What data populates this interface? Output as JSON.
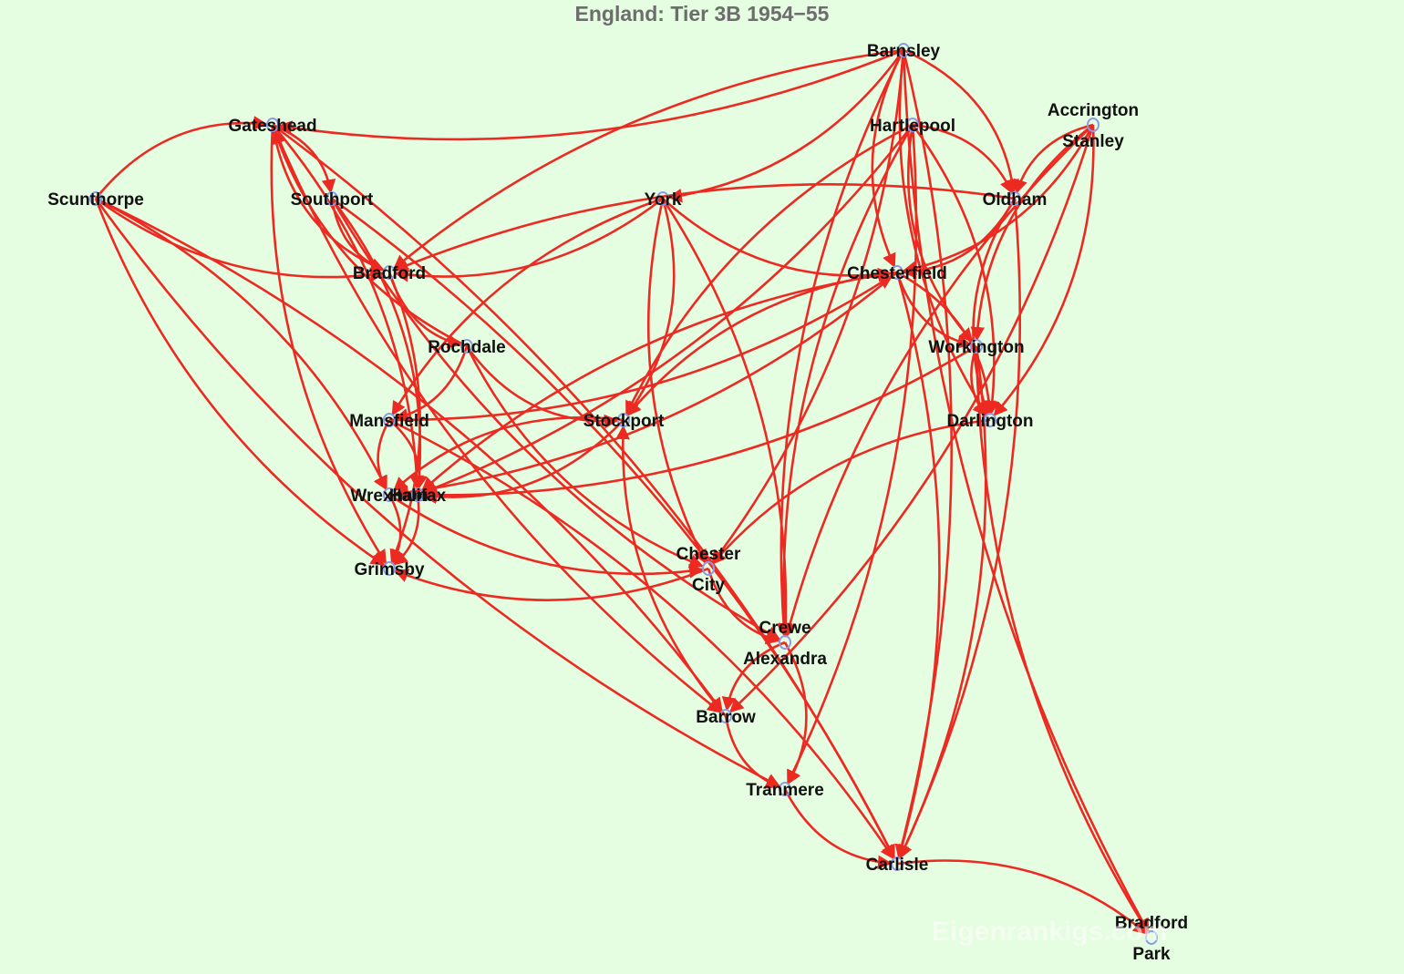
{
  "title": "England: Tier 3B 1954−55",
  "watermark": "Eigenrankigs.com",
  "colors": {
    "background": "#e5fde1",
    "edge": "#ec2a22",
    "node": "#8a9ce6",
    "label": "#111111",
    "title": "#6d6d6d"
  },
  "nodes": [
    {
      "id": "barnsley",
      "lines": [
        "Barnsley"
      ]
    },
    {
      "id": "gateshead",
      "lines": [
        "Gateshead"
      ]
    },
    {
      "id": "hartlepool",
      "lines": [
        "Hartlepool"
      ]
    },
    {
      "id": "accrington",
      "lines": [
        "Accrington",
        "Stanley"
      ]
    },
    {
      "id": "scunthorpe",
      "lines": [
        "Scunthorpe"
      ]
    },
    {
      "id": "southport",
      "lines": [
        "Southport"
      ]
    },
    {
      "id": "york",
      "lines": [
        "York"
      ]
    },
    {
      "id": "oldham",
      "lines": [
        "Oldham"
      ]
    },
    {
      "id": "bradford",
      "lines": [
        "Bradford"
      ]
    },
    {
      "id": "chesterfield",
      "lines": [
        "Chesterfield"
      ]
    },
    {
      "id": "rochdale",
      "lines": [
        "Rochdale"
      ]
    },
    {
      "id": "workington",
      "lines": [
        "Workington"
      ]
    },
    {
      "id": "mansfield",
      "lines": [
        "Mansfield"
      ]
    },
    {
      "id": "stockport",
      "lines": [
        "Stockport"
      ]
    },
    {
      "id": "darlington",
      "lines": [
        "Darlington"
      ]
    },
    {
      "id": "wrexham",
      "lines": [
        "Wrexham"
      ]
    },
    {
      "id": "halifax",
      "lines": [
        "Halifax"
      ]
    },
    {
      "id": "grimsby",
      "lines": [
        "Grimsby"
      ]
    },
    {
      "id": "chester",
      "lines": [
        "Chester",
        "City"
      ]
    },
    {
      "id": "crewe",
      "lines": [
        "Crewe",
        "Alexandra"
      ]
    },
    {
      "id": "barrow",
      "lines": [
        "Barrow"
      ]
    },
    {
      "id": "tranmere",
      "lines": [
        "Tranmere"
      ]
    },
    {
      "id": "carlisle",
      "lines": [
        "Carlisle"
      ]
    },
    {
      "id": "bradfordpa",
      "lines": [
        "Bradford",
        "Park"
      ]
    }
  ],
  "edges": [
    [
      "barnsley",
      "gateshead"
    ],
    [
      "barnsley",
      "bradford"
    ],
    [
      "barnsley",
      "york"
    ],
    [
      "barnsley",
      "chesterfield"
    ],
    [
      "barnsley",
      "chester"
    ],
    [
      "barnsley",
      "darlington"
    ],
    [
      "barnsley",
      "oldham"
    ],
    [
      "barnsley",
      "crewe"
    ],
    [
      "barnsley",
      "carlisle"
    ],
    [
      "barnsley",
      "bradfordpa"
    ],
    [
      "gateshead",
      "southport"
    ],
    [
      "gateshead",
      "bradford"
    ],
    [
      "gateshead",
      "halifax"
    ],
    [
      "gateshead",
      "barrow"
    ],
    [
      "gateshead",
      "carlisle"
    ],
    [
      "gateshead",
      "grimsby"
    ],
    [
      "hartlepool",
      "oldham"
    ],
    [
      "hartlepool",
      "workington"
    ],
    [
      "hartlepool",
      "darlington"
    ],
    [
      "hartlepool",
      "stockport"
    ],
    [
      "hartlepool",
      "halifax"
    ],
    [
      "hartlepool",
      "crewe"
    ],
    [
      "hartlepool",
      "tranmere"
    ],
    [
      "accrington",
      "oldham"
    ],
    [
      "accrington",
      "chesterfield"
    ],
    [
      "accrington",
      "workington"
    ],
    [
      "accrington",
      "darlington"
    ],
    [
      "accrington",
      "crewe"
    ],
    [
      "accrington",
      "barrow"
    ],
    [
      "scunthorpe",
      "bradford"
    ],
    [
      "scunthorpe",
      "wrexham"
    ],
    [
      "scunthorpe",
      "grimsby"
    ],
    [
      "scunthorpe",
      "barrow"
    ],
    [
      "scunthorpe",
      "tranmere"
    ],
    [
      "scunthorpe",
      "gateshead"
    ],
    [
      "southport",
      "bradford"
    ],
    [
      "southport",
      "halifax"
    ],
    [
      "southport",
      "crewe"
    ],
    [
      "southport",
      "carlisle"
    ],
    [
      "york",
      "chesterfield"
    ],
    [
      "york",
      "stockport"
    ],
    [
      "york",
      "chester"
    ],
    [
      "york",
      "crewe"
    ],
    [
      "york",
      "mansfield"
    ],
    [
      "york",
      "bradford"
    ],
    [
      "oldham",
      "bradford"
    ],
    [
      "oldham",
      "chesterfield"
    ],
    [
      "oldham",
      "darlington"
    ],
    [
      "oldham",
      "carlisle"
    ],
    [
      "bradford",
      "rochdale"
    ],
    [
      "bradford",
      "grimsby"
    ],
    [
      "chesterfield",
      "workington"
    ],
    [
      "chesterfield",
      "darlington"
    ],
    [
      "chesterfield",
      "stockport"
    ],
    [
      "chesterfield",
      "wrexham"
    ],
    [
      "chesterfield",
      "halifax"
    ],
    [
      "chesterfield",
      "carlisle"
    ],
    [
      "rochdale",
      "stockport"
    ],
    [
      "rochdale",
      "mansfield"
    ],
    [
      "rochdale",
      "chester"
    ],
    [
      "rochdale",
      "gateshead"
    ],
    [
      "workington",
      "darlington"
    ],
    [
      "workington",
      "halifax"
    ],
    [
      "workington",
      "bradfordpa"
    ],
    [
      "workington",
      "carlisle"
    ],
    [
      "mansfield",
      "wrexham"
    ],
    [
      "mansfield",
      "halifax"
    ],
    [
      "mansfield",
      "chesterfield"
    ],
    [
      "mansfield",
      "carlisle"
    ],
    [
      "stockport",
      "wrexham"
    ],
    [
      "stockport",
      "halifax"
    ],
    [
      "darlington",
      "chester"
    ],
    [
      "wrexham",
      "grimsby"
    ],
    [
      "wrexham",
      "chester"
    ],
    [
      "halifax",
      "grimsby"
    ],
    [
      "chester",
      "crewe"
    ],
    [
      "chester",
      "grimsby"
    ],
    [
      "crewe",
      "barrow"
    ],
    [
      "crewe",
      "tranmere"
    ],
    [
      "barrow",
      "tranmere"
    ],
    [
      "barrow",
      "stockport"
    ],
    [
      "tranmere",
      "carlisle"
    ],
    [
      "carlisle",
      "bradfordpa"
    ]
  ]
}
